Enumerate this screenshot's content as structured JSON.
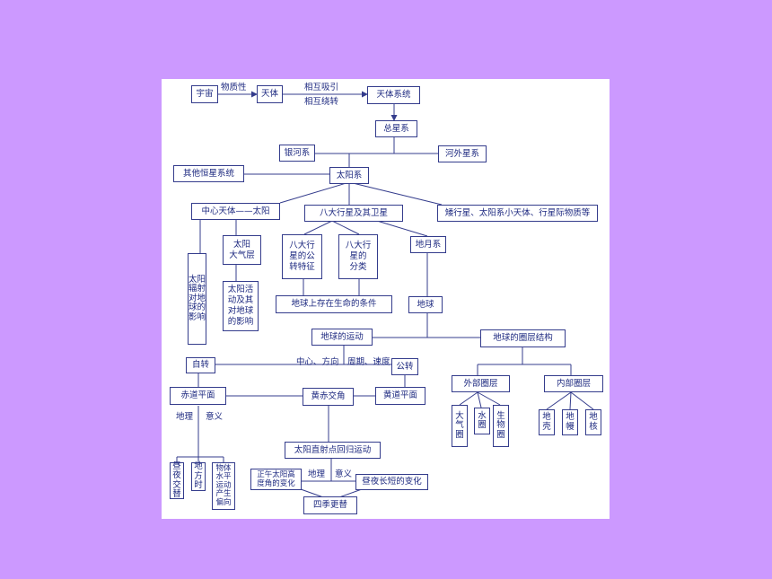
{
  "nodes": {
    "yuzhou": "宇宙",
    "tianti": "天体",
    "tianti_xitong": "天体系统",
    "zongxingxi": "总星系",
    "yinhexi": "银河系",
    "hewai_xingxi": "河外星系",
    "qita_hengxing": "其他恒星系统",
    "taiyangxi": "太阳系",
    "zhongxin_tianti": "中心天体——太阳",
    "bada_xingxing": "八大行星及其卫星",
    "aixingxing": "矮行星、太阳系小天体、行星际物质等",
    "taiyang_fushe": "太阳辐射对地球的影响",
    "taiyang_daqiceng": "太阳\n大气层",
    "taiyang_huodong": "太阳活\n动及其\n对地球\n的影响",
    "gonzhuan_tezheng": "八大行\n星的公\n转特征",
    "fenlei": "八大行\n星的\n分类",
    "diyuexi": "地月系",
    "shengming_tiaojian": "地球上存在生命的条件",
    "diqiu": "地球",
    "diqiu_yundong": "地球的运动",
    "quanceng_jiegou": "地球的圈层结构",
    "zizhuan": "自转",
    "gongzhuan": "公转",
    "chidao_pingmian": "赤道平面",
    "huangchi_jiaojiao": "黄赤交角",
    "huangdao_pingmian": "黄道平面",
    "waibu_quanceng": "外部圈层",
    "neibu_quanceng": "内部圈层",
    "daqiquan": "大气圈",
    "shuiquan": "水圈",
    "shengwuquan": "生物圈",
    "diqiao": "地壳",
    "dimantle": "地幔",
    "dihe": "地核",
    "huiguiyundong": "太阳直射点回归运动",
    "zhouye_jiaoti": "昼夜交替",
    "difangshi": "地方时",
    "wuti_pianxiang": "物体水平运动产生偏向",
    "zhengwu_gaodujiao": "正午太阳高\n度角的变化",
    "zhouye_changduan": "昼夜长短的变化",
    "siji_gengti": "四季更替"
  },
  "labels": {
    "wuzhixing": "物质性",
    "xianghu_xiyin": "相互吸引",
    "xianghu_raozhuan": "相互绕转",
    "zhongxin_fangxiang": "中心、方向",
    "zhouqi_sudu": "周期、速度",
    "dili_1": "地理",
    "yiyi_1": "意义",
    "dili_2": "地理",
    "yiyi_2": "意义"
  },
  "colors": {
    "background": "#cc99ff",
    "panel": "#ffffff",
    "line": "#343c8c",
    "text": "#1e2a80"
  }
}
